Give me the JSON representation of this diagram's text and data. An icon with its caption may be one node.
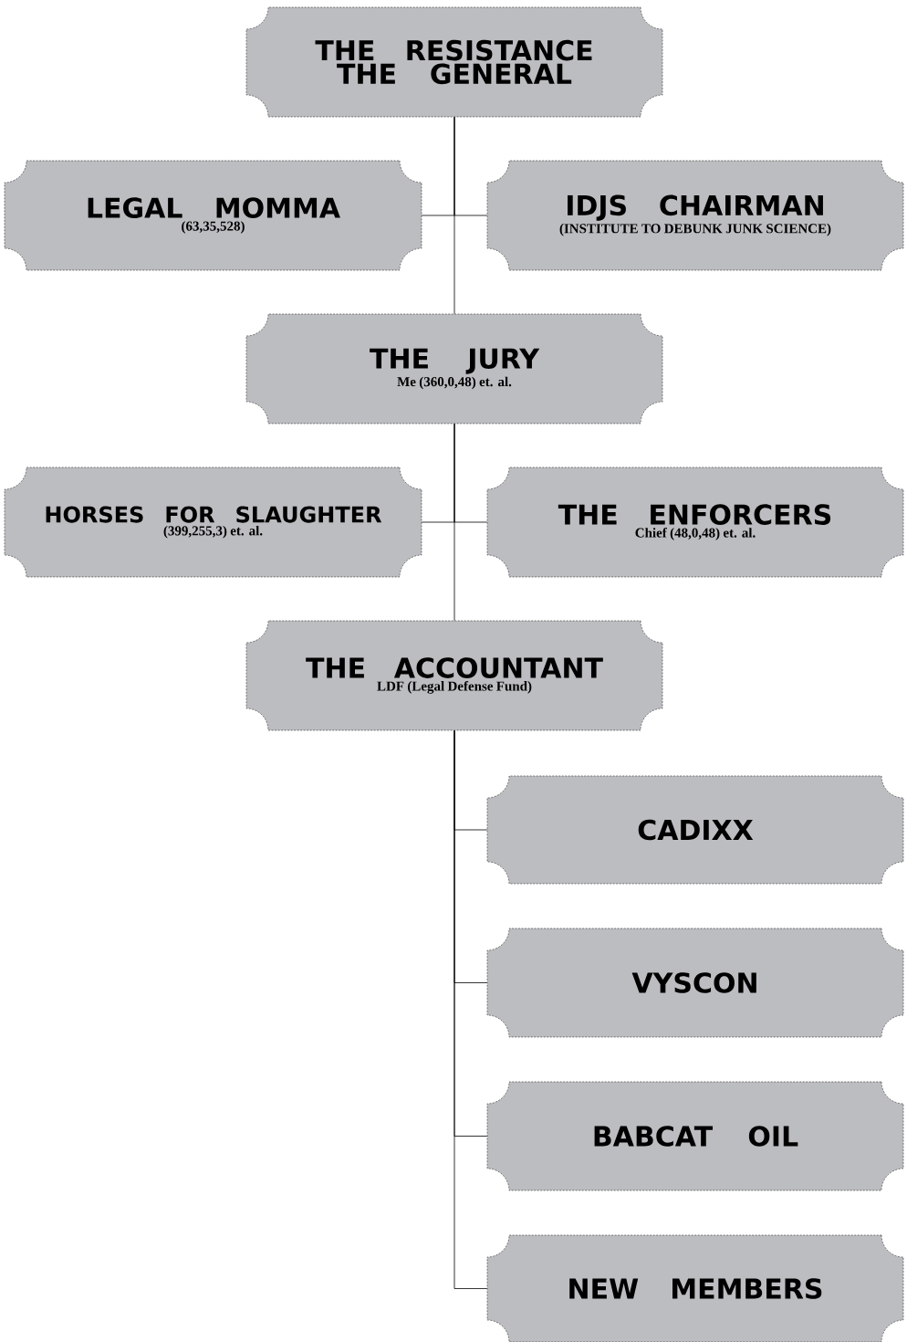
{
  "diagram": {
    "nodes": [
      {
        "text": [
          "THE RESISTANCE",
          "THE GENERAL"
        ]
      },
      {
        "text": [
          "LEGAL MOMMA",
          "(63,35,528)"
        ]
      },
      {
        "text": [
          "IDJS CHAIRMAN",
          "(INSTITUTE TO DEBUNK JUNK SCIENCE)"
        ]
      },
      {
        "text": [
          "THE JURY",
          "Me (360,0,48) et. al."
        ]
      },
      {
        "text": [
          "HORSES FOR SLAUGHTER",
          "(399,255,3) et. al."
        ]
      },
      {
        "text": [
          "THE ENFORCERS",
          "Chief (48,0,48) et. al."
        ]
      },
      {
        "text": [
          "THE ACCOUNTANT",
          "LDF (Legal Defense Fund)"
        ]
      },
      {
        "text": [
          "CADIXX"
        ]
      },
      {
        "text": [
          "VYSCON"
        ]
      },
      {
        "text": [
          "BABCAT OIL"
        ]
      },
      {
        "text": [
          "NEW MEMBERS"
        ]
      }
    ],
    "edges": [
      {
        "from": 0,
        "to": 1,
        "arrow": "none"
      },
      {
        "from": 0,
        "to": 2,
        "arrow": "none"
      },
      {
        "from": 0,
        "to": 3,
        "arrow": "none"
      },
      {
        "from": 3,
        "to": 4,
        "arrow": "none"
      },
      {
        "from": 3,
        "to": 5,
        "arrow": "none"
      },
      {
        "from": 3,
        "to": 6,
        "arrow": "none"
      },
      {
        "from": 6,
        "to": 7,
        "arrow": "none"
      },
      {
        "from": 6,
        "to": 8,
        "arrow": "none"
      },
      {
        "from": 6,
        "to": 9,
        "arrow": "none"
      },
      {
        "from": 6,
        "to": 10,
        "arrow": "none"
      }
    ]
  }
}
